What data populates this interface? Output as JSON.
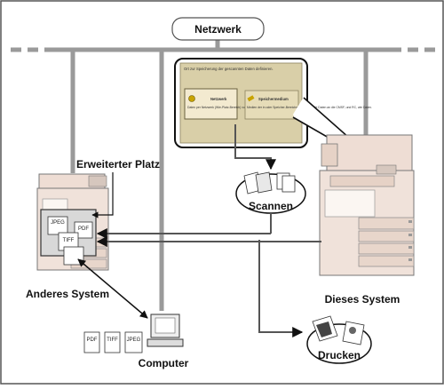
{
  "network": {
    "label": "Netzwerk"
  },
  "panel": {
    "title": "Ort zur Speicherung der gescannten Daten definieren.",
    "network_button": {
      "label": "Netzwerk",
      "description": "Daten per Netzwerk (Wie-Platz-Bereich) von Dateien aus PDF zu speichern und zu verarbeiten."
    },
    "memory_button": {
      "label": "Speichermedium",
      "description": "Medien der in oder Speicher-Bereichen gespeicherte Daten an die CMSF, und RC, wie Daten."
    }
  },
  "labels": {
    "extended_space": "Erweiterter Platz",
    "scan": "Scannen",
    "other_system": "Anderes System",
    "this_system": "Dieses System",
    "computer": "Computer",
    "print": "Drucken"
  },
  "file_types": {
    "jpeg": "JPEG",
    "pdf": "PDF",
    "tiff": "TIFF"
  },
  "colors": {
    "border": "#555555",
    "network_line": "#9a9a9a",
    "machine_beige": "#eeddd4",
    "panel_screen": "#d9cfa8",
    "arrow": "#111111"
  }
}
